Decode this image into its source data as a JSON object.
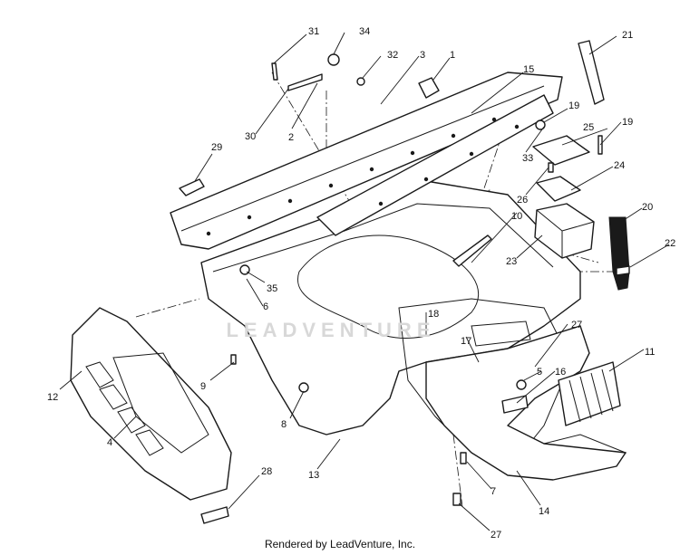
{
  "footer": {
    "text": "Rendered by LeadVenture, Inc."
  },
  "watermark": {
    "text": "LEADVENTURE"
  },
  "callouts": {
    "c1": "1",
    "c2": "2",
    "c3": "3",
    "c4": "4",
    "c5": "5",
    "c6": "6",
    "c7": "7",
    "c8": "8",
    "c9": "9",
    "c10": "10",
    "c11": "11",
    "c12": "12",
    "c13": "13",
    "c14": "14",
    "c15": "15",
    "c16": "16",
    "c17": "17",
    "c18": "18",
    "c19a": "19",
    "c19b": "19",
    "c20": "20",
    "c21": "21",
    "c22": "22",
    "c23": "23",
    "c24": "24",
    "c25": "25",
    "c26": "26",
    "c27a": "27",
    "c27b": "27",
    "c28": "28",
    "c29": "29",
    "c30": "30",
    "c31": "31",
    "c32": "32",
    "c33": "33",
    "c34": "34",
    "c35": "35"
  }
}
